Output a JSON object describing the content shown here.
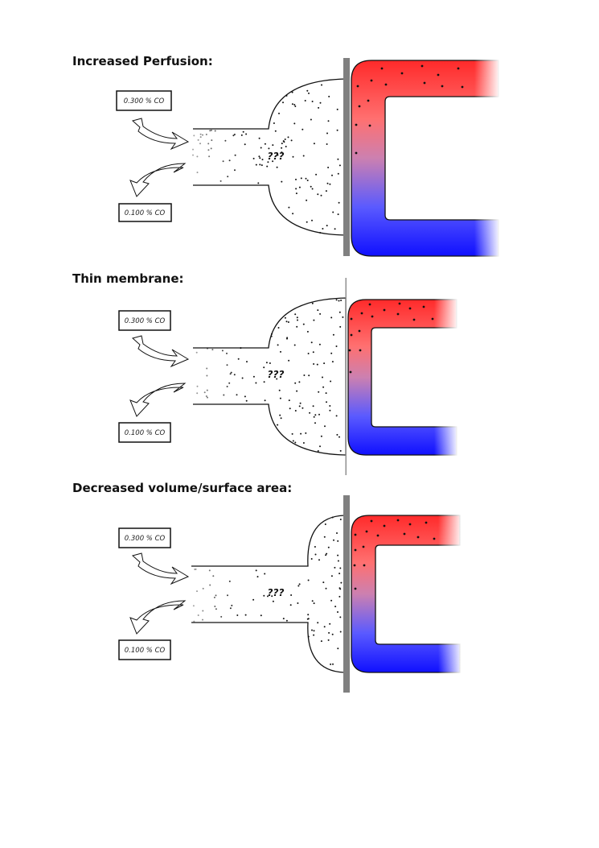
{
  "panels": [
    {
      "title": "Increased Perfusion:",
      "inflow_label": "0.300 % CO",
      "outflow_label": "0.100 % CO",
      "alveolus_label": "???",
      "variant": "increased-perfusion"
    },
    {
      "title": "Thin membrane:",
      "inflow_label": "0.300 % CO",
      "outflow_label": "0.100 % CO",
      "alveolus_label": "???",
      "variant": "thin-membrane"
    },
    {
      "title": "Decreased volume/surface area:",
      "inflow_label": "0.300 % CO",
      "outflow_label": "0.100 % CO",
      "alveolus_label": "???",
      "variant": "decreased-volume"
    }
  ],
  "colors": {
    "capillary_arterial": "#ff2a2a",
    "capillary_mid": "#c080c0",
    "capillary_venous": "#1a1aff",
    "membrane": "#808080",
    "outline": "#111111"
  }
}
